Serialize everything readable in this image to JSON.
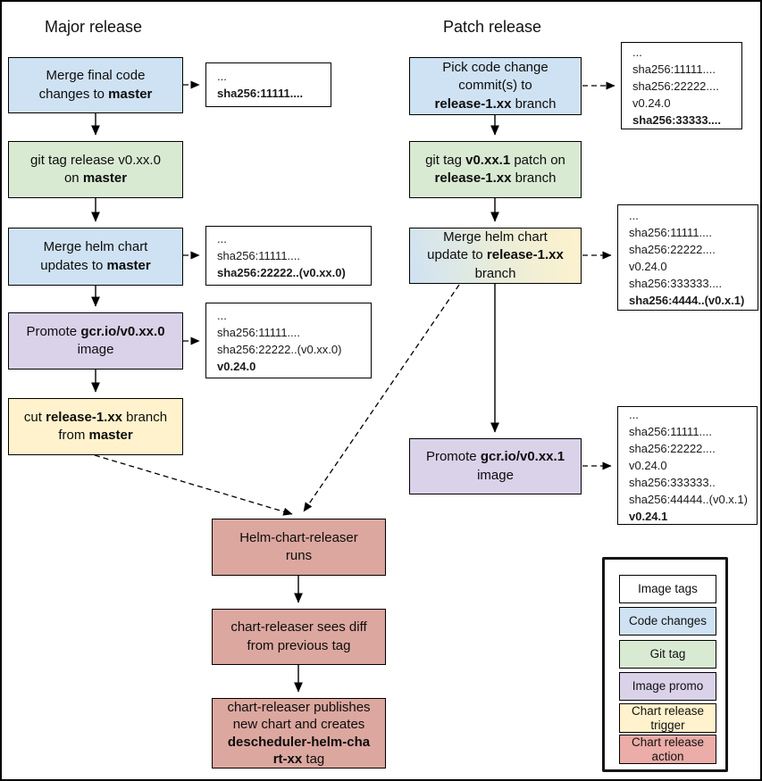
{
  "titles": {
    "major": "Major release",
    "patch": "Patch release"
  },
  "colors": {
    "image_tags": "#ffffff",
    "code_changes": "#cfe2f3",
    "git_tag": "#d9ead3",
    "image_promo": "#d9d2e9",
    "chart_trigger": "#fff2cc",
    "chart_action": "#dca79f",
    "chart_action_legend": "#ecaca7",
    "line": "#000000"
  },
  "major_nodes": [
    {
      "kind": "code_changes",
      "lines": [
        [
          {
            "t": "Merge final code"
          }
        ],
        [
          {
            "t": "changes to "
          },
          {
            "t": "master",
            "b": true
          }
        ]
      ]
    },
    {
      "kind": "git_tag",
      "lines": [
        [
          {
            "t": "git tag release v0.xx.0"
          }
        ],
        [
          {
            "t": "on "
          },
          {
            "t": "master",
            "b": true
          }
        ]
      ]
    },
    {
      "kind": "code_changes",
      "lines": [
        [
          {
            "t": "Merge helm chart"
          }
        ],
        [
          {
            "t": "updates to "
          },
          {
            "t": "master",
            "b": true
          }
        ]
      ]
    },
    {
      "kind": "image_promo",
      "lines": [
        [
          {
            "t": "Promote "
          },
          {
            "t": "gcr.io/v0.xx.0",
            "b": true
          }
        ],
        [
          {
            "t": "image"
          }
        ]
      ]
    },
    {
      "kind": "chart_trigger",
      "lines": [
        [
          {
            "t": "cut "
          },
          {
            "t": "release-1.xx",
            "b": true
          },
          {
            "t": " branch"
          }
        ],
        [
          {
            "t": "from "
          },
          {
            "t": "master",
            "b": true
          }
        ]
      ]
    }
  ],
  "major_annotations": [
    {
      "lines": [
        [
          {
            "t": "..."
          }
        ],
        [
          {
            "t": "sha256:11111....",
            "b": true
          }
        ]
      ]
    },
    {
      "lines": [
        [
          {
            "t": "..."
          }
        ],
        [
          {
            "t": "sha256:11111...."
          }
        ],
        [
          {
            "t": "sha256:22222..(v0.xx.0)",
            "b": true
          }
        ]
      ]
    },
    {
      "lines": [
        [
          {
            "t": "..."
          }
        ],
        [
          {
            "t": "sha256:11111...."
          }
        ],
        [
          {
            "t": "sha256:22222..(v0.xx.0)"
          }
        ],
        [
          {
            "t": "v0.24.0",
            "b": true
          }
        ]
      ]
    }
  ],
  "patch_nodes": [
    {
      "kind": "code_changes",
      "lines": [
        [
          {
            "t": "Pick code change"
          }
        ],
        [
          {
            "t": "commit(s) to"
          }
        ],
        [
          {
            "t": "release-1.xx",
            "b": true
          },
          {
            "t": " branch"
          }
        ]
      ]
    },
    {
      "kind": "git_tag",
      "lines": [
        [
          {
            "t": "git tag "
          },
          {
            "t": "v0.xx.1",
            "b": true
          },
          {
            "t": " patch on"
          }
        ],
        [
          {
            "t": "release-1.xx",
            "b": true
          },
          {
            "t": " branch"
          }
        ]
      ]
    },
    {
      "kind": "code_changes_to_chart_trigger_gradient",
      "lines": [
        [
          {
            "t": "Merge helm chart"
          }
        ],
        [
          {
            "t": "update to "
          },
          {
            "t": "release-1.xx",
            "b": true
          }
        ],
        [
          {
            "t": "branch"
          }
        ]
      ]
    },
    {
      "kind": "image_promo",
      "lines": [
        [
          {
            "t": "Promote "
          },
          {
            "t": "gcr.io/v0.xx.1",
            "b": true
          }
        ],
        [
          {
            "t": "image"
          }
        ]
      ]
    }
  ],
  "patch_annotations": [
    {
      "lines": [
        [
          {
            "t": "..."
          }
        ],
        [
          {
            "t": "sha256:11111...."
          }
        ],
        [
          {
            "t": "sha256:22222...."
          }
        ],
        [
          {
            "t": "v0.24.0"
          }
        ],
        [
          {
            "t": "sha256:33333....",
            "b": true
          }
        ]
      ]
    },
    {
      "lines": [
        [
          {
            "t": "..."
          }
        ],
        [
          {
            "t": "sha256:11111...."
          }
        ],
        [
          {
            "t": "sha256:22222...."
          }
        ],
        [
          {
            "t": "v0.24.0"
          }
        ],
        [
          {
            "t": "sha256:333333...."
          }
        ],
        [
          {
            "t": "sha256:4444..(v0.x.1)",
            "b": true
          }
        ]
      ]
    },
    {
      "lines": [
        [
          {
            "t": "..."
          }
        ],
        [
          {
            "t": "sha256:11111...."
          }
        ],
        [
          {
            "t": "sha256:22222...."
          }
        ],
        [
          {
            "t": "v0.24.0"
          }
        ],
        [
          {
            "t": "sha256:333333.."
          }
        ],
        [
          {
            "t": "sha256:44444..(v0.x.1)"
          }
        ],
        [
          {
            "t": "v0.24.1",
            "b": true
          }
        ]
      ]
    }
  ],
  "action_nodes": [
    {
      "kind": "chart_action",
      "lines": [
        [
          {
            "t": "Helm-chart-releaser"
          }
        ],
        [
          {
            "t": "runs"
          }
        ]
      ]
    },
    {
      "kind": "chart_action",
      "lines": [
        [
          {
            "t": "chart-releaser sees diff"
          }
        ],
        [
          {
            "t": "from previous tag"
          }
        ]
      ]
    },
    {
      "kind": "chart_action",
      "lines": [
        [
          {
            "t": "chart-releaser publishes"
          }
        ],
        [
          {
            "t": "new chart and creates"
          }
        ],
        [
          {
            "t": "descheduler-helm-cha",
            "b": true
          }
        ],
        [
          {
            "t": "rt-xx",
            "b": true
          },
          {
            "t": " tag"
          }
        ]
      ]
    }
  ],
  "legend": {
    "items": [
      {
        "label": "Image tags",
        "color_key": "image_tags"
      },
      {
        "label": "Code changes",
        "color_key": "code_changes"
      },
      {
        "label": "Git tag",
        "color_key": "git_tag"
      },
      {
        "label": "Image promo",
        "color_key": "image_promo"
      },
      {
        "label": "Chart release trigger",
        "color_key": "chart_trigger"
      },
      {
        "label": "Chart release action",
        "color_key": "chart_action_legend"
      }
    ]
  }
}
